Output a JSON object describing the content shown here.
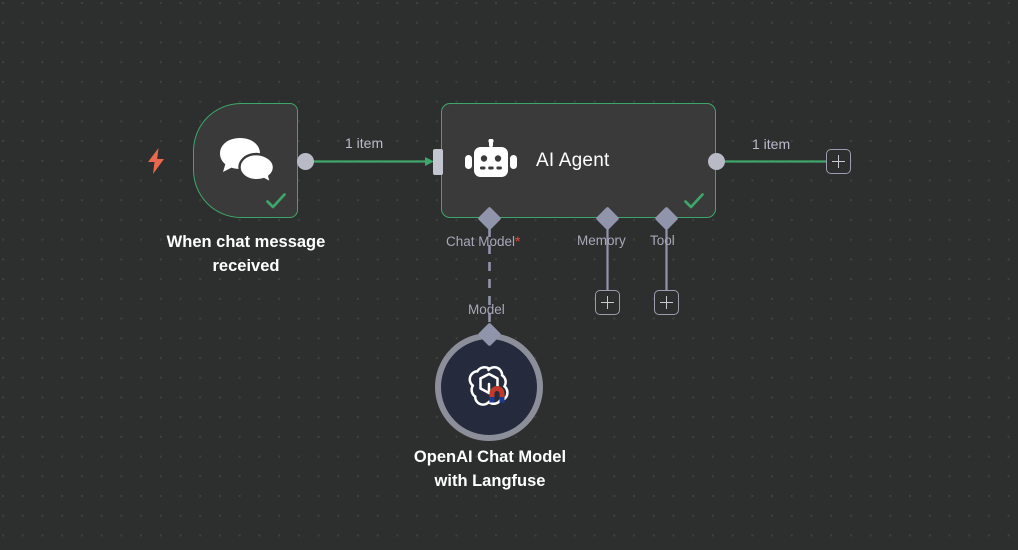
{
  "app": {
    "name": "n8n-workflow-canvas",
    "background_color": "#2d2e2e"
  },
  "theme": {
    "node_fill": "#3a3a3a",
    "node_border_success": "#3fa66b",
    "connection_success": "#3fa66b",
    "port_gray": "#b8bbc6",
    "port_diamond": "#9195ab",
    "trigger_bolt": "#e8694f",
    "required_star": "#e8483b",
    "label_text": "#ffffff",
    "sub_label_text": "#a6a9b8",
    "openai_node_fill": "#262a3d",
    "openai_node_ring": "#8c8f99"
  },
  "nodes": {
    "trigger": {
      "label_line1": "When chat message",
      "label_line2": "received",
      "icon": "chat-bubbles-icon",
      "trigger_icon": "lightning-bolt-icon",
      "status": "success-check-icon"
    },
    "agent": {
      "title": "AI Agent",
      "icon": "robot-icon",
      "status": "success-check-icon",
      "sub_ports": [
        {
          "name": "Chat Model",
          "required": true,
          "required_marker": "*"
        },
        {
          "name": "Memory",
          "required": false
        },
        {
          "name": "Tool",
          "required": false
        }
      ]
    },
    "openai": {
      "label_line1": "OpenAI Chat Model",
      "label_line2": "with Langfuse",
      "icon": "openai-logo-icon",
      "badge_icon": "magnet-icon",
      "port_label": "Model"
    }
  },
  "connections": {
    "trigger_to_agent": {
      "label": "1 item"
    },
    "agent_to_next": {
      "label": "1 item"
    }
  },
  "add_buttons": {
    "main_output": "plus-icon",
    "memory": "plus-icon",
    "tool": "plus-icon"
  }
}
